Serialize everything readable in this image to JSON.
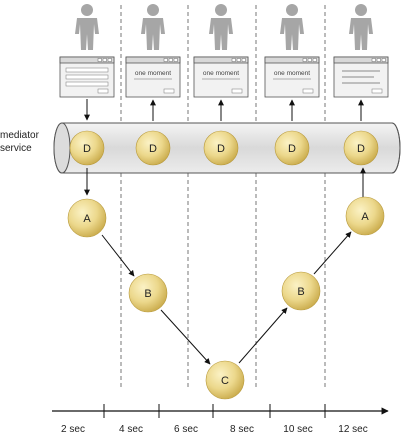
{
  "mediator": {
    "line1": "mediator",
    "line2": "service"
  },
  "columns": [
    {
      "window_text": "",
      "window_kind": "form",
      "arrow": "down",
      "node": "D"
    },
    {
      "window_text": "one moment",
      "window_kind": "wait",
      "arrow": "up",
      "node": "D"
    },
    {
      "window_text": "one moment",
      "window_kind": "wait",
      "arrow": "up",
      "node": "D"
    },
    {
      "window_text": "one moment",
      "window_kind": "wait",
      "arrow": "up",
      "node": "D"
    },
    {
      "window_text": "",
      "window_kind": "result",
      "arrow": "up",
      "node": "D"
    }
  ],
  "flow_nodes": [
    "A",
    "B",
    "C",
    "B",
    "A"
  ],
  "timeline": {
    "ticks": [
      "2 sec",
      "4 sec",
      "6 sec",
      "8 sec",
      "10 sec",
      "12 sec"
    ]
  },
  "colors": {
    "tube_fill": "#e6e6e6",
    "tube_stroke": "#555555",
    "node_fill": "#e8d27a",
    "node_highlight": "#fbf2c5",
    "person": "#a6a6a6",
    "dashed_line": "#777777",
    "arrow": "#111111"
  }
}
